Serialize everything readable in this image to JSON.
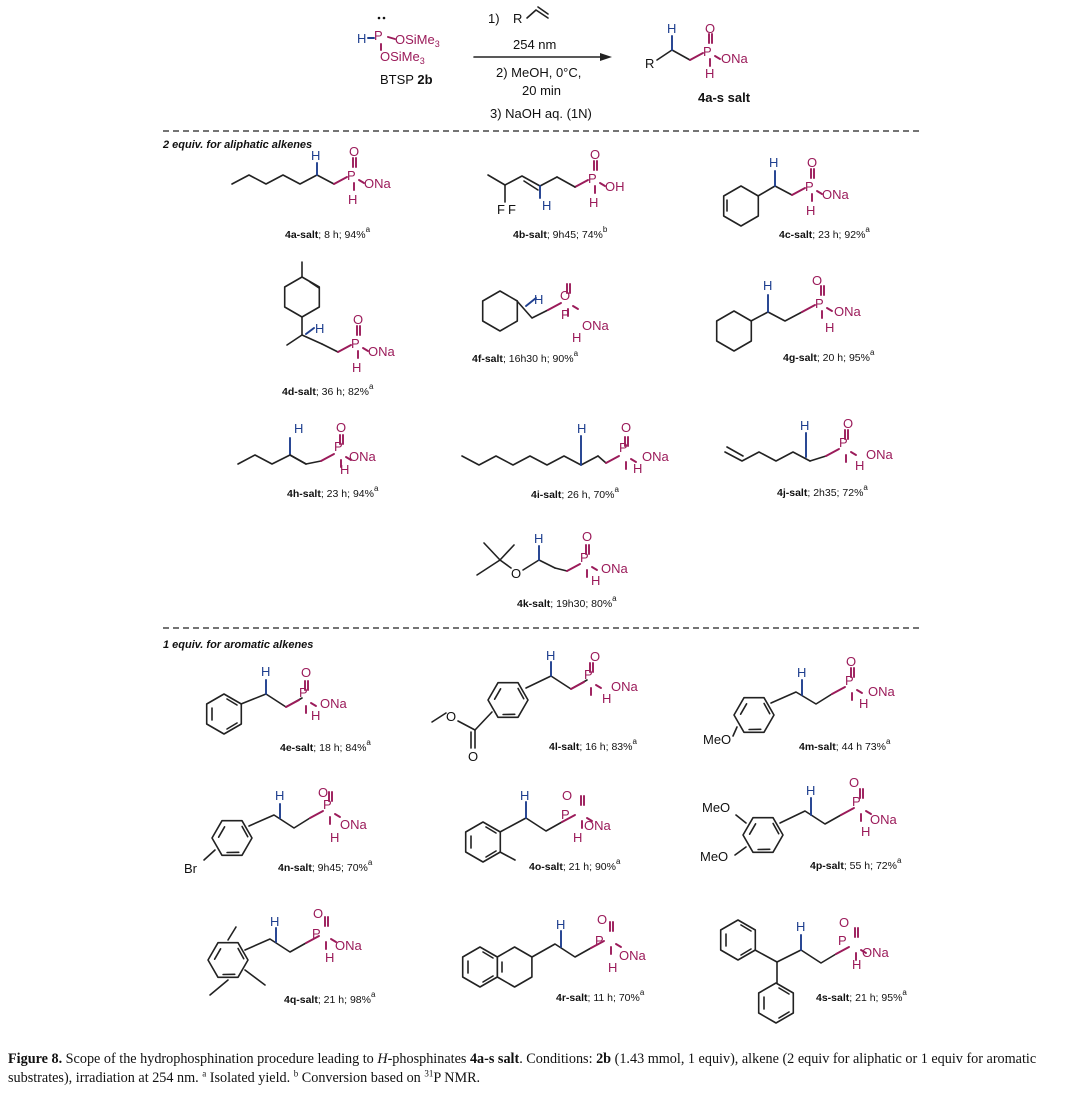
{
  "colors": {
    "phosphorus": "#9b1b5a",
    "hydrogen": "#1f3f8f",
    "bond": "#222222"
  },
  "reaction": {
    "reagent_name": "BTSP",
    "reagent_code": "2b",
    "reagent_atoms": {
      "h": "H",
      "p": "P",
      "osime3_top": "OSiMe",
      "osime3_bottom": "OSiMe",
      "sub": "3"
    },
    "step1": "1)",
    "alkene_r": "R",
    "wavelength": "254 nm",
    "step2_line1": "2) MeOH, 0°C,",
    "step2_line2": "20 min",
    "step3": "3) NaOH aq. (1N)",
    "product_name": "4a-s salt",
    "product_r": "R"
  },
  "atoms": {
    "p": "P",
    "o": "O",
    "h": "H",
    "ona": "ONa",
    "oh": "OH",
    "f": "F",
    "meo": "MeO",
    "br": "Br"
  },
  "sections": {
    "aliphatic": "2 equiv. for aliphatic alkenes",
    "aromatic": "1 equiv. for aromatic alkenes"
  },
  "compounds": [
    {
      "code": "4a-salt",
      "detail": "; 8 h; 94%",
      "note": "a"
    },
    {
      "code": "4b-salt",
      "detail": "; 9h45;  74%",
      "note": "b"
    },
    {
      "code": "4c-salt",
      "detail": "; 23 h; 92%",
      "note": "a"
    },
    {
      "code": "4d-salt",
      "detail": "; 36 h; 82%",
      "note": "a"
    },
    {
      "code": "4f-salt",
      "detail": "; 16h30 h;  90%",
      "note": "a"
    },
    {
      "code": "4g-salt",
      "detail": "; 20 h;  95%",
      "note": "a"
    },
    {
      "code": "4h-salt",
      "detail": "; 23 h; 94%",
      "note": "a"
    },
    {
      "code": "4i-salt",
      "detail": "; 26 h, 70%",
      "note": "a"
    },
    {
      "code": "4j-salt",
      "detail": "; 2h35; 72%",
      "note": "a"
    },
    {
      "code": "4k-salt",
      "detail": "; 19h30; 80%",
      "note": "a"
    },
    {
      "code": "4e-salt",
      "detail": "; 18 h; 84%",
      "note": "a"
    },
    {
      "code": "4l-salt",
      "detail": "; 16 h; 83%",
      "note": "a"
    },
    {
      "code": "4m-salt",
      "detail": "; 44 h 73%",
      "note": "a"
    },
    {
      "code": "4n-salt",
      "detail": "; 9h45; 70%",
      "note": "a"
    },
    {
      "code": "4o-salt",
      "detail": "; 21 h; 90%",
      "note": "a"
    },
    {
      "code": "4p-salt",
      "detail": "; 55 h; 72%",
      "note": "a"
    },
    {
      "code": "4q-salt",
      "detail": "; 21 h; 98%",
      "note": "a"
    },
    {
      "code": "4r-salt",
      "detail": "; 11 h; 70%",
      "note": "a"
    },
    {
      "code": "4s-salt",
      "detail": "; 21 h; 95%",
      "note": "a"
    }
  ],
  "caption": {
    "label": "Figure 8.",
    "t1": " Scope of the hydrophosphination procedure leading to ",
    "t1_italic": "H",
    "t2": "-phosphinates ",
    "t2_bold": "4a-s salt",
    "t3": ". Conditions: ",
    "t3_bold": "2b",
    "t4": " (1.43 mmol, 1 equiv), alkene (2 equiv for aliphatic or 1 equiv for aromatic substrates), irradiation at 254 nm. ",
    "note_a": "a",
    "t5": " Isolated yield. ",
    "note_b": "b",
    "t6": " Conversion based on ",
    "isotope": "31",
    "t7": "P NMR."
  }
}
